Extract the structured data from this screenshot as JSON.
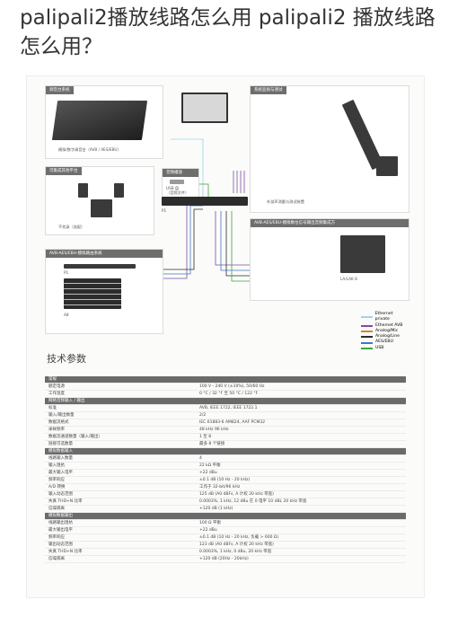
{
  "page_title": "palipali2播放线路怎么用 palipali2 播放线路怎么用？",
  "diagram": {
    "panels": {
      "tl": "调音台系统",
      "tr": "系统监视与测试",
      "ml": "可集成其他平台",
      "usb": "音频播放",
      "rmid": "AVB-AES/EBU-模拟数位信号输出音频集成方",
      "bl": "AVB-AES/EBU-模拟路由系统"
    },
    "captions": {
      "console": "模拟/数字调音台（AVB / AES/EBU）",
      "recorder": "干扰录（选配）",
      "usb_source": "USB 盘",
      "usb_sub": "（音频文件）",
      "p1": "P1",
      "measure": "外部声测量与测试装置",
      "a8": "A8",
      "lakea": "LA/LAK 8"
    },
    "legend": [
      {
        "label": "Ethernet private",
        "color": "#9bd7e8"
      },
      {
        "label": "Ethernet AVB",
        "color": "#7b4fa0"
      },
      {
        "label": "Analog/Mic",
        "color": "#e07b39"
      },
      {
        "label": "Analog/Line",
        "color": "#2c2c2c"
      },
      {
        "label": "AES/EBU",
        "color": "#3b78c4"
      },
      {
        "label": "USB",
        "color": "#3fa53f"
      }
    ]
  },
  "specs": {
    "title": "技术参数",
    "rows": [
      {
        "type": "section",
        "k": "常规"
      },
      {
        "k": "额定电源",
        "v": "100 V - 240 V (±10%), 50/60 Hz"
      },
      {
        "k": "工作温度",
        "v": "0 °C / 32 °F 至 50 °C / 122 °F"
      },
      {
        "type": "section",
        "k": "网络音频输入 / 输出"
      },
      {
        "k": "标准",
        "v": "AVB, IEEE 1722, IEEE 1722.1"
      },
      {
        "k": "输入/输出数量",
        "v": "2/2"
      },
      {
        "k": "数据流格式",
        "v": "IEC 61883-6 AM824, AAF PCM32"
      },
      {
        "k": "采样频率",
        "v": "48 kHz 96 kHz"
      },
      {
        "k": "数据流通道数量（输入/输出）",
        "v": "1 至 8"
      },
      {
        "k": "链接可选数量",
        "v": "最多 8 个链接"
      },
      {
        "type": "section",
        "k": "模拟数据输入"
      },
      {
        "k": "线路输入数量",
        "v": "4"
      },
      {
        "k": "输入阻抗",
        "v": "22 kΩ 平衡"
      },
      {
        "k": "最大输入电平",
        "v": "+22 dBu"
      },
      {
        "k": "频率响应",
        "v": "±0.1 dB (10 Hz - 20 kHz)"
      },
      {
        "k": "A/D 转换",
        "v": "工作于 32-bit/96 kHz"
      },
      {
        "k": "输入动态范围",
        "v": "125 dB (A0 dBFs, A 计权 20 kHz 带宽)"
      },
      {
        "k": "失真 THD+N 比率",
        "v": "0.0003%, 1 kHz, 12 dBu 在 0 电平 10 dBL 20 kHz 带宽"
      },
      {
        "k": "信噪隔离",
        "v": "+120 dB (1 kHz)"
      },
      {
        "type": "section",
        "k": "模拟数据输出"
      },
      {
        "k": "线路输出阻抗",
        "v": "100 Ω 平衡"
      },
      {
        "k": "最大输出电平",
        "v": "+22 dBu"
      },
      {
        "k": "频率响应",
        "v": "±0.1 dB (10 Hz - 20 kHz, 负载 > 600 Ω)"
      },
      {
        "k": "输出动态范围",
        "v": "123 dB (A0 dBFs, A 计权 20 kHz 带宽)"
      },
      {
        "k": "失真 THD+N 比率",
        "v": "0.0003%, 1 kHz, 0 dBu, 20 kHz 带宽"
      },
      {
        "k": "信噪隔离",
        "v": "+120 dB (20Hz - 20kHz)"
      }
    ]
  }
}
